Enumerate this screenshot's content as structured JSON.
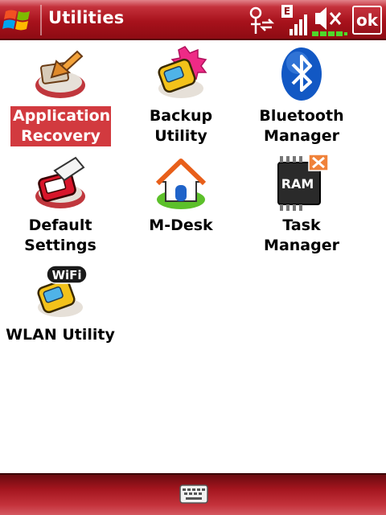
{
  "titlebar": {
    "title": "Utilities",
    "ok_label": "ok",
    "status_icons": [
      "connectivity-icon",
      "signal-strength-icon",
      "speaker-muted-icon"
    ],
    "data_indicator": "E"
  },
  "items": [
    {
      "label": "Application\nRecovery",
      "icon": "application-recovery-icon",
      "selected": true
    },
    {
      "label": "Backup\nUtility",
      "icon": "backup-utility-icon"
    },
    {
      "label": "Bluetooth\nManager",
      "icon": "bluetooth-icon"
    },
    {
      "label": "Default\nSettings",
      "icon": "default-settings-icon"
    },
    {
      "label": "M-Desk",
      "icon": "m-desk-icon"
    },
    {
      "label": "Task\nManager",
      "icon": "task-manager-icon",
      "icon_text": "RAM"
    },
    {
      "label": "WLAN Utility",
      "icon": "wlan-utility-icon",
      "icon_text": "WiFi"
    }
  ],
  "bottombar": {
    "icon": "keyboard-icon"
  },
  "colors": {
    "titlebar": "#a8121c",
    "selection": "#d23a3f",
    "accent": "#c4313b"
  }
}
